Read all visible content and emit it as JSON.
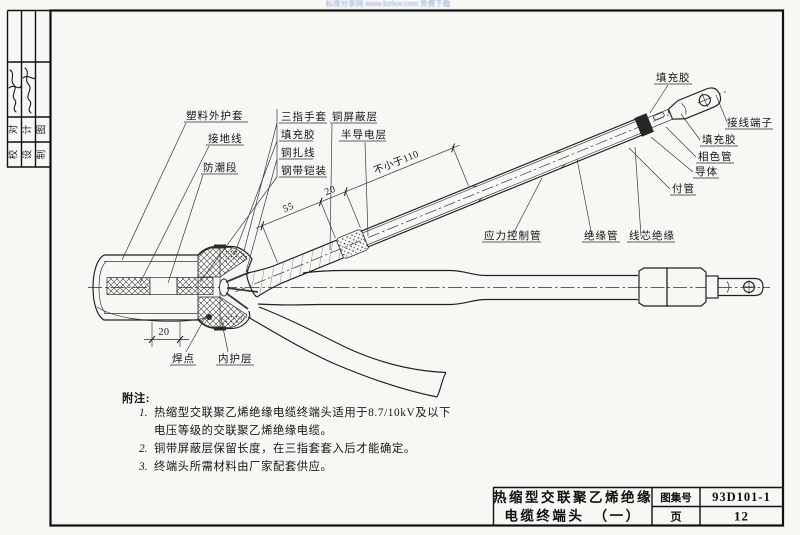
{
  "watermark": "标准分享网 www.bzfxw.com 免费下载",
  "left_strip": {
    "row_top": [
      "对",
      "计",
      "图"
    ],
    "row_bottom": [
      "校",
      "设",
      "制"
    ]
  },
  "diagram": {
    "labels": {
      "plastic_outer_sheath": "塑料外护套",
      "grounding_wire": "接地线",
      "moisture_proof_section": "防潮段",
      "three_finger_glove": "三指手套",
      "filling_glue_a": "填充胶",
      "copper_binding_wire": "铜扎线",
      "steel_tape_armor": "钢带铠装",
      "copper_shield_layer": "铜屏蔽层",
      "semiconductive_layer": "半导电层",
      "filling_glue_b": "填充胶",
      "terminal_lug": "接线端子",
      "filling_glue_c": "填充胶",
      "phase_color_tube": "相色管",
      "conductor": "导体",
      "auxiliary_tube": "付管",
      "stress_control_tube": "应力控制管",
      "insulation_tube": "绝缘管",
      "core_insulation": "线芯绝缘",
      "weld_point": "焊点",
      "inner_sheath": "内护层"
    },
    "dimensions": {
      "dim_55": "55",
      "dim_20_diagonal": "20",
      "dim_min_110": "不小于110",
      "dim_20_left": "20"
    }
  },
  "notes": {
    "heading": "附注:",
    "items": [
      {
        "num": "1.",
        "lines": [
          "热缩型交联聚乙烯绝缘电缆终端头适用于8.7/10kV及以下",
          "电压等级的交联聚乙烯绝缘电缆。"
        ]
      },
      {
        "num": "2.",
        "lines": [
          "铜带屏蔽层保留长度，在三指套套入后才能确定。"
        ]
      },
      {
        "num": "3.",
        "lines": [
          "终端头所需材料由厂家配套供应。"
        ]
      }
    ]
  },
  "title_block": {
    "title_line1": "热缩型交联聚乙烯绝缘",
    "title_line2": "电缆终端头　（一）",
    "atlas_no_label": "图集号",
    "atlas_no": "93D101-1",
    "page_label": "页",
    "page_no": "12"
  }
}
